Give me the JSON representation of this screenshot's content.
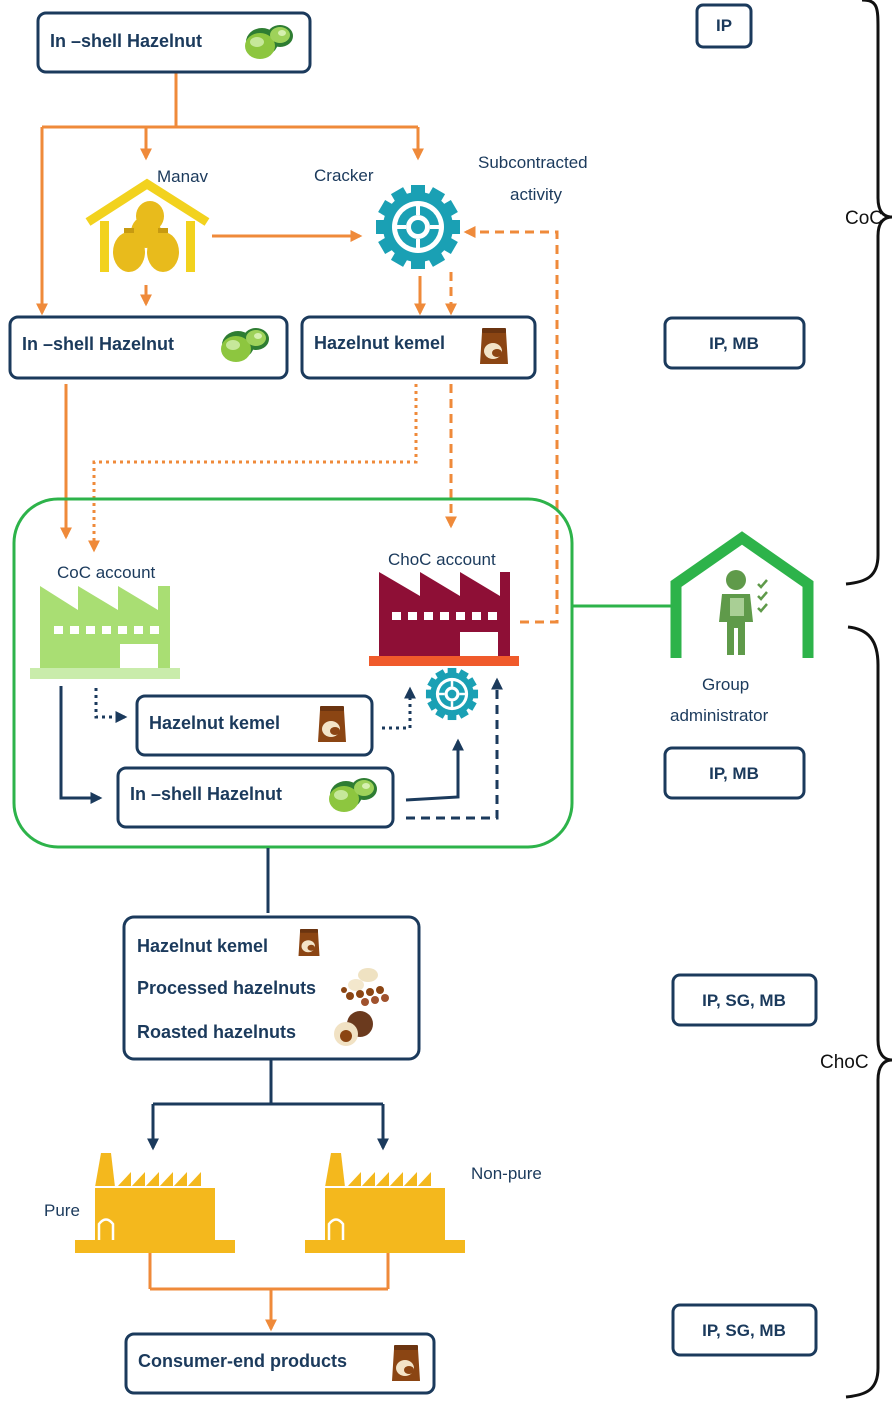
{
  "boxes": {
    "inshell_top": "In –shell Hazelnut",
    "inshell_left": "In –shell Hazelnut",
    "kernel_cracker": "Hazelnut kemel",
    "kernel_group": "Hazelnut kemel",
    "inshell_group": "In –shell Hazelnut",
    "products": [
      "Hazelnut kemel",
      "Processed hazelnuts",
      "Roasted hazelnuts"
    ],
    "consumer": "Consumer-end products"
  },
  "labels": {
    "manav": "Manav",
    "cracker": "Cracker",
    "subcontracted_1": "Subcontracted",
    "subcontracted_2": "activity",
    "coc_account": "CoC account",
    "choc_account": "ChoC account",
    "group_admin_1": "Group",
    "group_admin_2": "administrator",
    "pure": "Pure",
    "non_pure": "Non-pure"
  },
  "tags": {
    "ip": "IP",
    "ip_mb_1": "IP, MB",
    "ip_mb_2": "IP, MB",
    "ip_sg_mb_1": "IP, SG, MB",
    "ip_sg_mb_2": "IP, SG, MB"
  },
  "braces": {
    "coc": "CoC",
    "choc": "ChoC"
  },
  "colors": {
    "navy": "#1b3a5c",
    "orange": "#ef8a3a",
    "green": "#2db34a",
    "yellow": "#f2c418",
    "teal": "#1aa0b4",
    "maroon": "#8e0f36",
    "light_green": "#a9de73",
    "factory_yellow": "#f4b81d"
  },
  "icons": [
    "hazelnut-icon",
    "warehouse-icon",
    "gear-icon",
    "kernel-bag-icon",
    "factory-icon",
    "group-admin-icon"
  ]
}
